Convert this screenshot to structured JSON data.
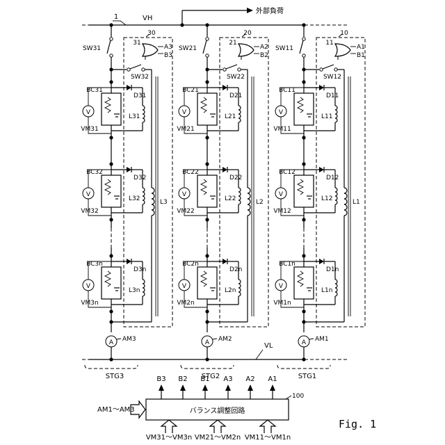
{
  "labels": {
    "line_ref": "1",
    "vh": "VH",
    "vl": "VL",
    "external_load": "外部負荷",
    "fig": "Fig. 1",
    "controller_ref": "100",
    "controller_name": "バランス調整回路",
    "input_left": "AM1～AM3",
    "cell_v": "V"
  },
  "outputs": [
    "B3",
    "B2",
    "B1",
    "A3",
    "A2",
    "A1"
  ],
  "bottom_inputs": [
    "VM31～VM3n",
    "VM21～VM2n",
    "VM11～VM1n"
  ],
  "stages": [
    {
      "stage": "STG3",
      "box": "30",
      "gate": "31",
      "ga": "A3",
      "gb": "B3",
      "sw": "SW31",
      "swb": "SW32",
      "am": "AM3",
      "inductor": "L3",
      "cells": [
        {
          "bc": "BC31",
          "d": "D31",
          "l": "L31",
          "vm": "VM31"
        },
        {
          "bc": "BC32",
          "d": "D32",
          "l": "L32",
          "vm": "VM32"
        },
        {
          "bc": "BC3n",
          "d": "D3n",
          "l": "L3n",
          "vm": "VM3n"
        }
      ]
    },
    {
      "stage": "STG2",
      "box": "20",
      "gate": "21",
      "ga": "A2",
      "gb": "B2",
      "sw": "SW21",
      "swb": "SW22",
      "am": "AM2",
      "inductor": "L2",
      "cells": [
        {
          "bc": "BC21",
          "d": "D21",
          "l": "L21",
          "vm": "VM21"
        },
        {
          "bc": "BC22",
          "d": "D22",
          "l": "L22",
          "vm": "VM22"
        },
        {
          "bc": "BC2n",
          "d": "D2n",
          "l": "L2n",
          "vm": "VM2n"
        }
      ]
    },
    {
      "stage": "STG1",
      "box": "10",
      "gate": "11",
      "ga": "A1",
      "gb": "B1",
      "sw": "SW11",
      "swb": "SW12",
      "am": "AM1",
      "inductor": "L1",
      "cells": [
        {
          "bc": "BC11",
          "d": "D11",
          "l": "L11",
          "vm": "VM11"
        },
        {
          "bc": "BC12",
          "d": "D12",
          "l": "L12",
          "vm": "VM12"
        },
        {
          "bc": "BC1n",
          "d": "D1n",
          "l": "L1n",
          "vm": "VM1n"
        }
      ]
    }
  ]
}
